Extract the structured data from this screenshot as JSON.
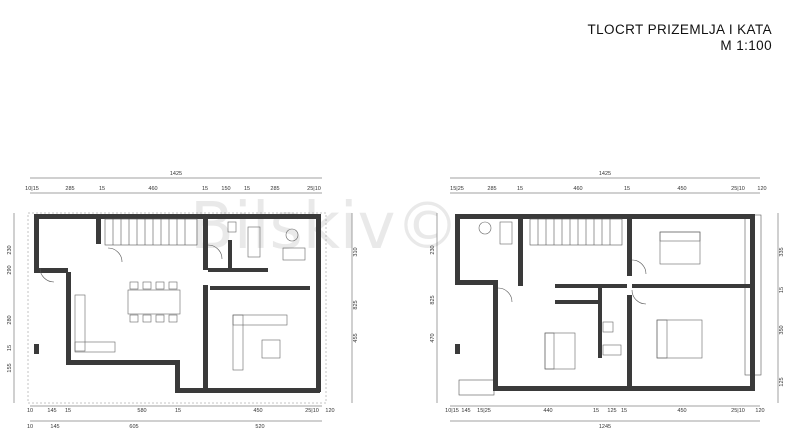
{
  "title": {
    "line1": "TLOCRT PRIZEMLJA I  KATA",
    "line2": "M 1:100"
  },
  "watermark": "Bilskiv©",
  "ground_floor": {
    "top_total": "1425",
    "top_dims": [
      "10|15",
      "285",
      "15",
      "460",
      "15",
      "150",
      "15",
      "285",
      "25|10"
    ],
    "bottom_dims_1": [
      "10",
      "145",
      "15",
      "580",
      "15",
      "450",
      "25|10",
      "120"
    ],
    "bottom_dims_2": [
      "10",
      "145",
      "605",
      "520"
    ],
    "left_dims": [
      "230",
      "290",
      "280",
      "15",
      "155"
    ],
    "right_dims": [
      "310",
      "825",
      "455"
    ]
  },
  "upper_floor": {
    "top_total": "1425",
    "top_dims": [
      "15|25",
      "285",
      "15",
      "460",
      "15",
      "450",
      "25|10",
      "120"
    ],
    "bottom_dims_1": [
      "10|15",
      "145",
      "15|25",
      "440",
      "15",
      "125",
      "15",
      "450",
      "25|10",
      "120"
    ],
    "bottom_total": "1245",
    "left_dims": [
      "230",
      "825",
      "470"
    ],
    "right_dims": [
      "335",
      "15",
      "350",
      "125"
    ]
  },
  "colors": {
    "wall": "#3a3a3a",
    "line": "#555555"
  }
}
